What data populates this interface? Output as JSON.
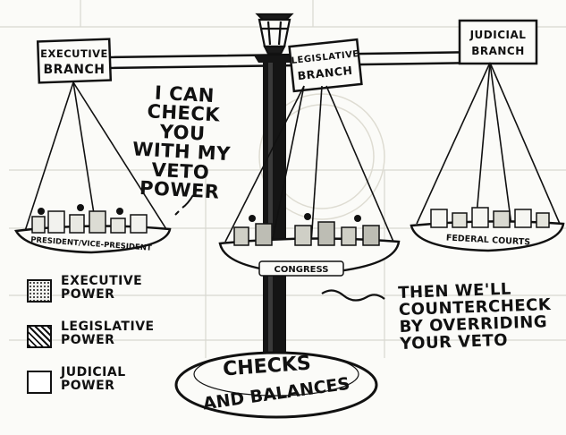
{
  "cartoon": {
    "executive_sign": "EXECUTIVE\nBRANCH",
    "legislative_sign": "LEGISLATIVE\nBRANCH",
    "judicial_sign": "JUDICIAL\nBRANCH",
    "speech_bubble": "I CAN\nCHECK YOU\nWITH MY\nVETO\nPOWER",
    "reply_text": "THEN WE'LL\nCOUNTERCHECK\nBY OVERRIDING\nYOUR VETO",
    "left_pan_label": "PRESIDENT/VICE-PRESIDENT",
    "center_pan_label": "CONGRESS",
    "right_pan_label": "FEDERAL COURTS",
    "base_line1": "CHECKS",
    "base_line2": "AND BALANCES"
  },
  "legend": [
    {
      "label": "EXECUTIVE\nPOWER",
      "pattern": "dotted"
    },
    {
      "label": "LEGISLATIVE\nPOWER",
      "pattern": "hatched"
    },
    {
      "label": "JUDICIAL\nPOWER",
      "pattern": "blank"
    }
  ],
  "colors": {
    "ink": "#111111",
    "paper": "#fbfbf8",
    "ghost_text": "#b9b9b0"
  }
}
